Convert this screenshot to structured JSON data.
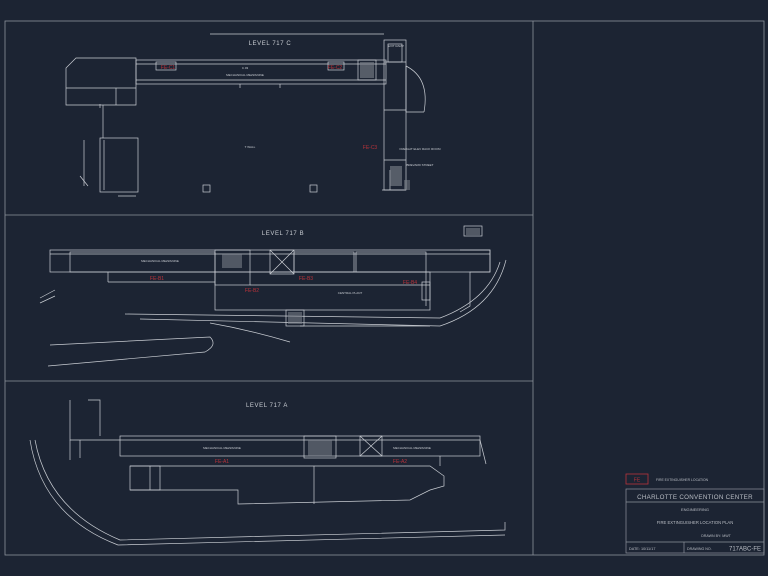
{
  "sheet": {
    "levels": {
      "c": {
        "title": "LEVEL 717 C",
        "labels": {
          "mech_mezz": "MECHANICAL MEZZANINE",
          "exit_ramp": "EXIT RAMP",
          "freight_note": "FREIGHT ELEV RACK ROOM",
          "street": "BREVARD STREET",
          "t_wall": "T WALL",
          "room_c": "C.03"
        },
        "extinguisher_tags": [
          "FE-C1",
          "FE-C2",
          "FE-C3"
        ]
      },
      "b": {
        "title": "LEVEL 717 B",
        "labels": {
          "mech_mezz": "MECHANICAL MEZZANINE",
          "central_plant": "CENTRAL PLANT"
        },
        "extinguisher_tags": [
          "FE-B1",
          "FE-B2",
          "FE-B3",
          "FE-B4"
        ]
      },
      "a": {
        "title": "LEVEL 717 A",
        "labels": {
          "mech_mezz_1": "MECHANICAL MEZZANINE",
          "mech_mezz_2": "MECHANICAL MEZZANINE"
        },
        "extinguisher_tags": [
          "FE-A1",
          "FE-A2"
        ]
      }
    },
    "legend": {
      "symbol_text": "FE",
      "label": "FIRE EXTINGUISHER LOCATION"
    },
    "title_block": {
      "project": "CHARLOTTE CONVENTION CENTER",
      "department": "ENGINEERING",
      "sheet_title": "FIRE EXTINGUISHER LOCATION PLAN",
      "drawn_by": "DRAWN BY: MWT",
      "date": "DATE: 10/11/17",
      "drawing_no_label": "DRAWING NO.",
      "drawing_no": "717ABC-FE"
    },
    "colors": {
      "background": "#1c2433",
      "linework": "#c9cdd3",
      "extinguisher": "#b8323a"
    }
  }
}
